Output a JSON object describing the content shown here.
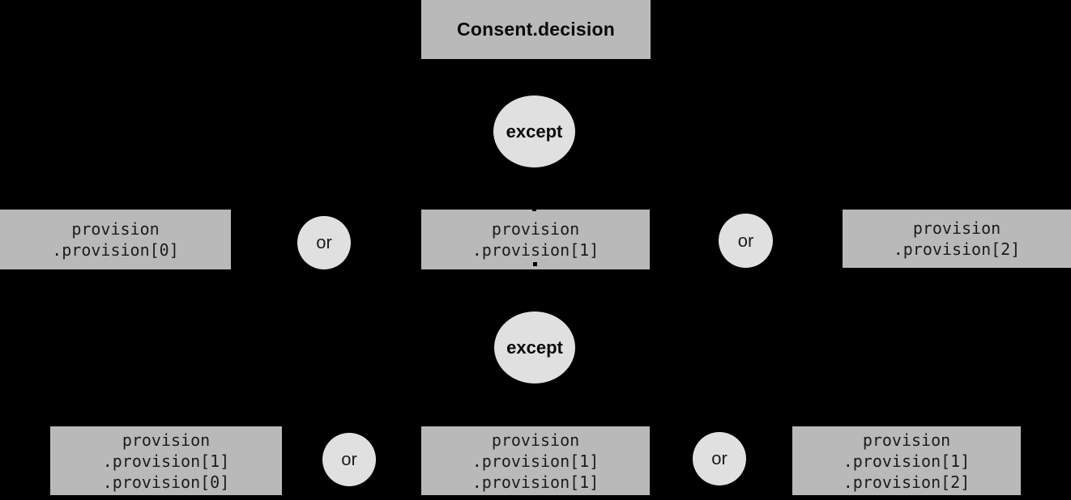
{
  "diagram": {
    "colors": {
      "background": "#000000",
      "node_fill": "#b9b9b9",
      "operator_fill": "#e0e0e0",
      "node_text": "#1c1c1c",
      "title_text": "#0a0a0a"
    },
    "root_label": "Consent.decision",
    "levels": [
      {
        "operator": "except",
        "connectors": [
          "or",
          "or"
        ],
        "nodes": [
          {
            "lines": [
              "provision",
              ".provision[0]"
            ]
          },
          {
            "lines": [
              "provision",
              ".provision[1]"
            ]
          },
          {
            "lines": [
              "provision",
              ".provision[2]"
            ]
          }
        ]
      },
      {
        "operator": "except",
        "connectors": [
          "or",
          "or"
        ],
        "nodes": [
          {
            "lines": [
              "provision",
              ".provision[1]",
              ".provision[0]"
            ]
          },
          {
            "lines": [
              "provision",
              ".provision[1]",
              ".provision[1]"
            ]
          },
          {
            "lines": [
              "provision",
              ".provision[1]",
              ".provision[2]"
            ]
          }
        ]
      }
    ]
  }
}
